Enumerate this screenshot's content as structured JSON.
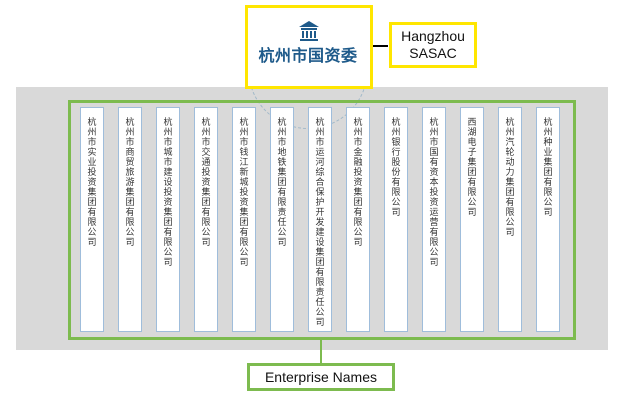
{
  "header": {
    "chinese_title": "杭州市国资委",
    "english_label_line1": "Hangzhou",
    "english_label_line2": "SASAC",
    "icon": "government-building-icon"
  },
  "enterprises": [
    "杭州市实业投资集团有限公司",
    "杭州市商贸旅游集团有限公司",
    "杭州市城市建设投资集团有限公司",
    "杭州市交通投资集团有限公司",
    "杭州市钱江新城投资集团有限公司",
    "杭州市地铁集团有限责任公司",
    "杭州市运河综合保护开发建设集团有限责任公司",
    "杭州市金融投资集团有限公司",
    "杭州银行股份有限公司",
    "杭州市国有资本投资运营有限公司",
    "西湖电子集团有限公司",
    "杭州汽轮动力集团有限公司",
    "杭州种业集团有限公司"
  ],
  "footer": {
    "label": "Enterprise Names"
  },
  "colors": {
    "yellow": "#ffe600",
    "green": "#7dbb4f",
    "gray": "#d9d9d9",
    "title_blue": "#1e5a8a"
  }
}
